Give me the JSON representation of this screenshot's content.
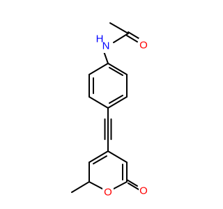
{
  "molecule": {
    "atoms": {
      "nitrogen": {
        "symbol": "N",
        "hydrogen": "H",
        "color": "#0000ff"
      },
      "carbonyl_oxygen": {
        "symbol": "O",
        "color": "#ff0000"
      },
      "ring_oxygen": {
        "symbol": "O",
        "color": "#ff0000"
      },
      "lactone_oxygen": {
        "symbol": "O",
        "color": "#ff0000"
      }
    },
    "bond_color": "#000000"
  }
}
